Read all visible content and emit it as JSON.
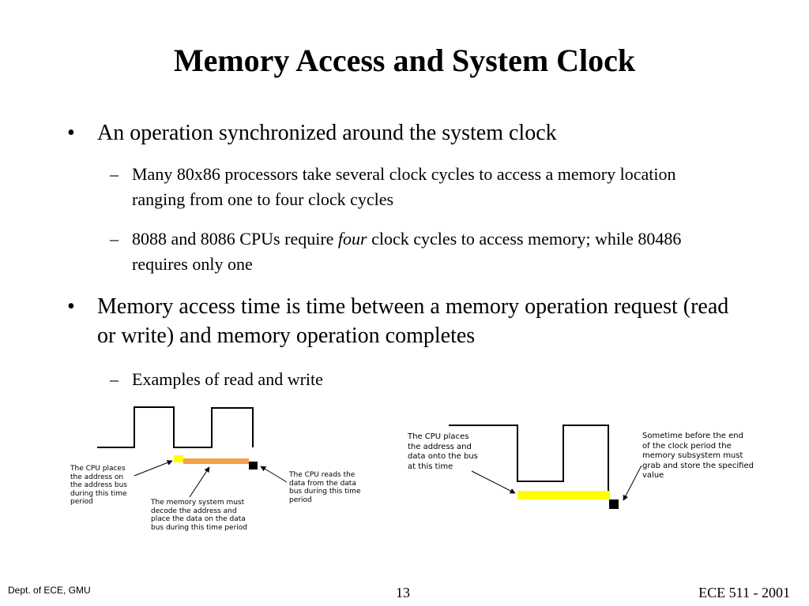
{
  "title": "Memory Access and System Clock",
  "bullets": [
    {
      "text": "An operation synchronized around the system clock",
      "subs": [
        {
          "text": "Many 80x86 processors take several clock cycles to access a memory location ranging from one to four clock cycles"
        },
        {
          "pre": "8088 and 8086 CPUs require ",
          "em": "four",
          "post": " clock cycles to access memory; while 80486 requires only one"
        }
      ]
    },
    {
      "text": "Memory access time is time between a memory operation request (read or write) and memory operation completes",
      "subs": [
        {
          "text": "Examples of read and write"
        }
      ]
    }
  ],
  "bullet_glyph": "•",
  "sub_glyph": "–",
  "diagram_left": {
    "label_cpu_places": "The CPU places\nthe address on\nthe address bus\nduring this time\nperiod",
    "label_memory_system": "The memory system must\ndecode the address and\nplace the data on the data\nbus during this time period",
    "label_cpu_reads": "The CPU reads the\ndata from the data\nbus during this time\nperiod",
    "colors": {
      "yellow": "#ffff00",
      "orange": "#f5a04a",
      "black": "#000000"
    }
  },
  "diagram_right": {
    "label_cpu_places": "The CPU places\nthe address and\ndata onto the bus\nat this time",
    "label_sometime": "Sometime before the end\nof the clock period the\nmemory subsystem must\ngrab and store the specified\nvalue",
    "colors": {
      "yellow": "#ffff00",
      "black": "#000000"
    }
  },
  "footer": {
    "left": "Dept. of ECE, GMU",
    "page": "13",
    "right": "ECE 511 - 2001"
  }
}
